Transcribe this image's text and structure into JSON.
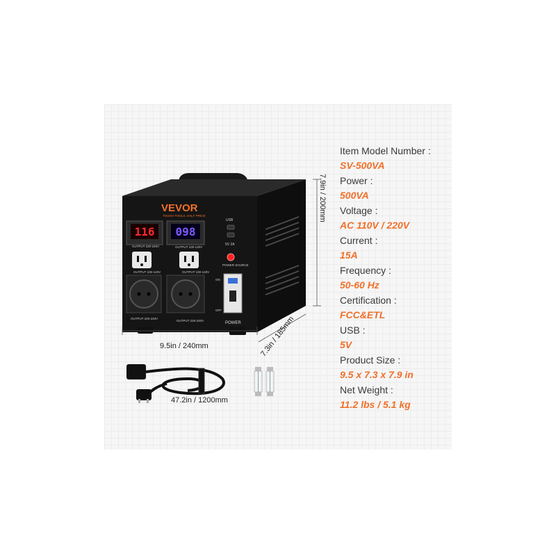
{
  "specs": [
    {
      "label": "Item Model Number :",
      "value": "SV-500VA"
    },
    {
      "label": "Power :",
      "value": "500VA"
    },
    {
      "label": "Voltage :",
      "value": "AC 110V / 220V"
    },
    {
      "label": "Current :",
      "value": "15A"
    },
    {
      "label": "Frequency :",
      "value": "50-60 Hz"
    },
    {
      "label": "Certification :",
      "value": "FCC&ETL"
    },
    {
      "label": "USB :",
      "value": "5V"
    },
    {
      "label": "Product Size :",
      "value": "9.5 x 7.3 x 7.9 in"
    },
    {
      "label": "Net Weight :",
      "value": "11.2 lbs / 5.1 kg"
    }
  ],
  "dimensions": {
    "width": "9.5in / 240mm",
    "depth": "7.3in / 185mm",
    "height": "7.9in / 200mm",
    "cord": "47.2in / 1200mm"
  },
  "device": {
    "brand": "VEVOR",
    "tagline": "TOUGH TOOLS, HALF PRICE",
    "display_left": "116",
    "display_right": "098",
    "usb_label": "USB",
    "usb_rating": "5V 2A",
    "power_source_label": "POWER SOURCE",
    "on_label": "ON",
    "off_label": "OFF",
    "power_label": "POWER",
    "out_220_top": "OUTPUT 220-240V",
    "out_110_top": "OUTPUT 100-120V",
    "out_110_left": "OUTPUT 100-120V",
    "out_110_right": "OUTPUT 100-120V",
    "out_220_bottom_left": "OUTPUT 220-240V",
    "out_220_bottom_right": "OUTPUT 220-240V"
  },
  "colors": {
    "accent": "#f0702a",
    "body": "#151515",
    "display_red": "#ff2a2a",
    "display_blue": "#7a5cff"
  }
}
